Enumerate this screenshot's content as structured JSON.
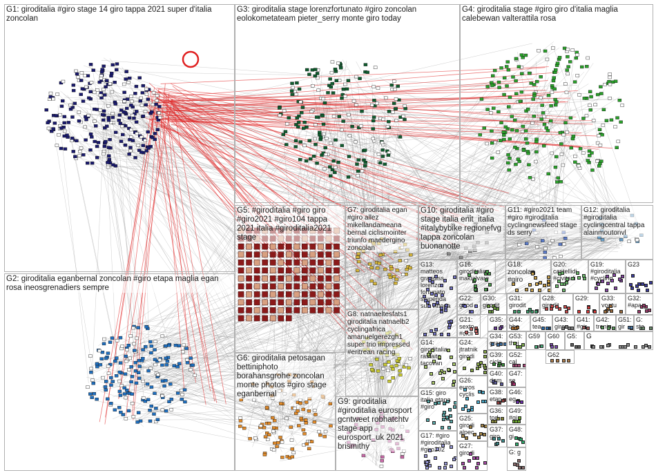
{
  "groups": [
    {
      "id": "G1",
      "label": "G1: giroditalia #giro stage 14 giro tappa 2021 super d'italia zoncolan",
      "color": "#1a1a6e"
    },
    {
      "id": "G2",
      "label": "G2: giroditalia eganbernal zoncolan #giro etapa maglia egan rosa ineosgrenadiers sempre",
      "color": "#1f6fbf"
    },
    {
      "id": "G3",
      "label": "G3: giroditalia stage lorenzfortunato #giro zoncolan eolokometateam pieter_serry monte giro today",
      "color": "#0f5c2e"
    },
    {
      "id": "G4",
      "label": "G4: giroditalia stage #giro giro d'italia maglia calebewan valterattila rosa",
      "color": "#2aa02a"
    },
    {
      "id": "G5",
      "label": "G5: #giroditalia #giro giro #giro2021 #giro104 tappa 2021 italia #giroditalia2021 stage",
      "color": "#8b1a1a"
    },
    {
      "id": "G6",
      "label": "G6: giroditalia petosagan bettiniphoto borahansgrohe zoncolan monte photos #giro stage eganbernal",
      "color": "#e08a2a"
    },
    {
      "id": "G7",
      "label": "G7: giroditalia egan #giro allez mikellandameana bernal ciclismointer triunfo maedergino zoncolan",
      "color": "#d4b43a"
    },
    {
      "id": "G8",
      "label": "G8: natnaeltesfats1 giroditalia natnaelb2 cyclingafrica amanuelgerezgh1 super trio impressed #eritrean racing",
      "color": "#c8c832"
    },
    {
      "id": "G9",
      "label": "G9: giroditalia #giroditalia eurosport gcntweet robhatchtv stage app eurosport_uk 2021 brismithy",
      "color": "#c86aa8"
    },
    {
      "id": "G10",
      "label": "G10: giroditalia #giro stage italia enit_italia #italybybike regionefvg tappa zoncolan buonanotte",
      "color": "#8a8a8a"
    },
    {
      "id": "G11",
      "label": "G11: #giro2021 team #giro #giroditalia cyclingnewsfeed stage ds serry",
      "color": "#5a7ac8"
    },
    {
      "id": "G12",
      "label": "G12: giroditalia #giroditalia cyclingcentral tappa alainmoutonvl",
      "color": "#6aa0c8"
    },
    {
      "id": "G13",
      "label": "G13: matteos grandiss lorenzo fortunato stupenda sua vittoria",
      "color": "#7070c0"
    },
    {
      "id": "G14",
      "label": "G14: giroditalia rastaite tacovan",
      "color": "#a8c868"
    },
    {
      "id": "G15",
      "label": "G15: giro italia etapa #giro",
      "color": "#58a8a8"
    },
    {
      "id": "G16",
      "label": "G16: giroditalia inakialvare",
      "color": "#48a048"
    },
    {
      "id": "G17",
      "label": "G17: #giro #giroditalia #giro202",
      "color": "#9898d8"
    },
    {
      "id": "G18",
      "label": "G18: zoncolan #giro",
      "color": "#c8a048"
    },
    {
      "id": "G19",
      "label": "G19: #giroditalia #cycling",
      "color": "#8848a8"
    },
    {
      "id": "G20",
      "label": "G20: castellidi #civitadi",
      "color": "#68b868"
    },
    {
      "id": "G21",
      "label": "G21: sexto #cicli",
      "color": "#c86868"
    },
    {
      "id": "G22",
      "label": "G22: girod",
      "color": "#6868c8"
    },
    {
      "id": "G23",
      "label": "G23",
      "color": "#3a3a9a"
    },
    {
      "id": "G24",
      "label": "G24: jtratnik girodi",
      "color": "#88a848"
    },
    {
      "id": "G25",
      "label": "G25: girodi alpec",
      "color": "#a88848"
    },
    {
      "id": "G26",
      "label": "G26: euros cyclis",
      "color": "#48a8c8"
    },
    {
      "id": "G27",
      "label": "G27: girodi",
      "color": "#a848a8"
    },
    {
      "id": "G28",
      "label": "G28: girodit",
      "color": "#c84848"
    },
    {
      "id": "G29",
      "label": "G29:",
      "color": "#d83838"
    },
    {
      "id": "G30",
      "label": "G30: girodit",
      "color": "#6a9a3a"
    },
    {
      "id": "G31",
      "label": "G31: girodit",
      "color": "#3a9a6a"
    },
    {
      "id": "G32",
      "label": "G32: #apa",
      "color": "#9a3a6a"
    },
    {
      "id": "G33",
      "label": "G33: voatu",
      "color": "#9a6a3a"
    },
    {
      "id": "G34",
      "label": "G34: gran",
      "color": "#3a6a9a"
    },
    {
      "id": "G35",
      "label": "G35:",
      "color": "#6a3a9a"
    },
    {
      "id": "G36",
      "label": "G36: tod",
      "color": "#8a8a3a"
    },
    {
      "id": "G37",
      "label": "G37: giro",
      "color": "#3a8a8a"
    },
    {
      "id": "G38",
      "label": "G38: etap",
      "color": "#8a3a3a"
    },
    {
      "id": "G39",
      "label": "G39: cicla",
      "color": "#3a8a3a"
    },
    {
      "id": "G40",
      "label": "G40: dem",
      "color": "#5a5a9a"
    },
    {
      "id": "G41",
      "label": "G41: #gir",
      "color": "#9a5a5a"
    },
    {
      "id": "G42",
      "label": "G42: treni",
      "color": "#5a9a5a"
    },
    {
      "id": "G43",
      "label": "G43: giro",
      "color": "#7a7a7a"
    },
    {
      "id": "G44",
      "label": "G44: bbc",
      "color": "#aa6a2a"
    },
    {
      "id": "G45",
      "label": "G45: tea",
      "color": "#2a6aaa"
    },
    {
      "id": "G46",
      "label": "G46: eg",
      "color": "#6a2aaa"
    },
    {
      "id": "G47",
      "label": "G47: se",
      "color": "#aa2a6a"
    },
    {
      "id": "G48",
      "label": "G48: gi",
      "color": "#2aaa6a"
    },
    {
      "id": "G49",
      "label": "G49: #gi",
      "color": "#6aaa2a"
    },
    {
      "id": "G51",
      "label": "G51: gir",
      "color": "#4a7aaa"
    },
    {
      "id": "G52",
      "label": "G52: cal",
      "color": "#aa4a7a"
    },
    {
      "id": "G53",
      "label": "G53: thej",
      "color": "#7aaa4a"
    },
    {
      "id": "G59",
      "label": "G59",
      "color": "#4aaa7a"
    },
    {
      "id": "G60",
      "label": "G60",
      "color": "#7a4aaa"
    },
    {
      "id": "G62",
      "label": "G62",
      "color": "#aa7a4a"
    },
    {
      "id": "G5x",
      "label": "G5:",
      "color": "#5a5a5a"
    },
    {
      "id": "Gs",
      "label": "G",
      "color": "#8a8a8a"
    },
    {
      "id": "Gst",
      "label": "G: sta",
      "color": "#6a8a6a"
    },
    {
      "id": "Gg",
      "label": "G: g",
      "color": "#8a6a6a"
    }
  ],
  "icons": {
    "node_marker": "square-node-icon",
    "self_loop": "self-loop-icon"
  }
}
